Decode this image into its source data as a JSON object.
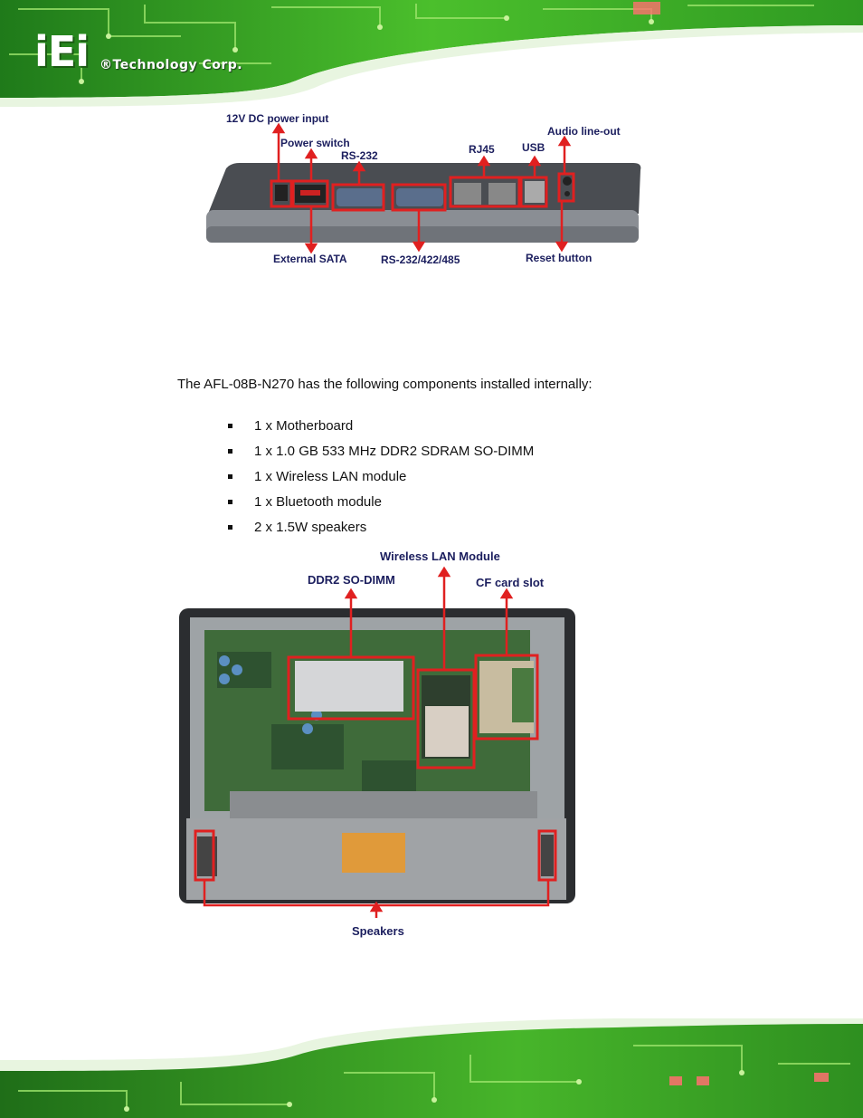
{
  "header": {
    "logo_text": "iEi",
    "company": "®Technology Corp."
  },
  "figure1": {
    "labels": {
      "dc_power": "12V DC power input",
      "power_switch": "Power switch",
      "rs232": "RS-232",
      "rj45": "RJ45",
      "usb": "USB",
      "audio": "Audio line-out",
      "sata": "External SATA",
      "rs232_422_485": "RS-232/422/485",
      "reset": "Reset button"
    }
  },
  "body": {
    "intro": "The AFL-08B-N270 has the following components installed internally:",
    "items": [
      "1 x Motherboard",
      "1 x 1.0 GB 533 MHz DDR2 SDRAM SO-DIMM",
      "1 x Wireless LAN module",
      "1 x Bluetooth module",
      "2 x 1.5W speakers"
    ]
  },
  "figure2": {
    "labels": {
      "wlan": "Wireless LAN Module",
      "ddr2": "DDR2 SO-DIMM",
      "cf": "CF card slot",
      "speakers": "Speakers"
    }
  },
  "colors": {
    "accent_green": "#3fae2a",
    "label_navy": "#1b1e5e",
    "callout_red": "#e02020"
  }
}
